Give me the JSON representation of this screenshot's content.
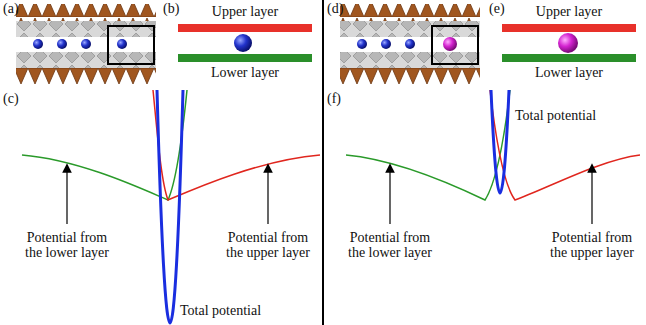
{
  "diagram": {
    "labels": [
      "(a)",
      "(b)",
      "Upper layer",
      "Lower layer",
      "(c)",
      "Potential from the lower layer",
      "Potential from the upper layer",
      "Total potential",
      "(d)",
      "(e)",
      "Upper layer",
      "Lower layer",
      "(f)",
      "Potential from the lower layer",
      "Total potential",
      "Potential from the upper layer"
    ]
  }
}
